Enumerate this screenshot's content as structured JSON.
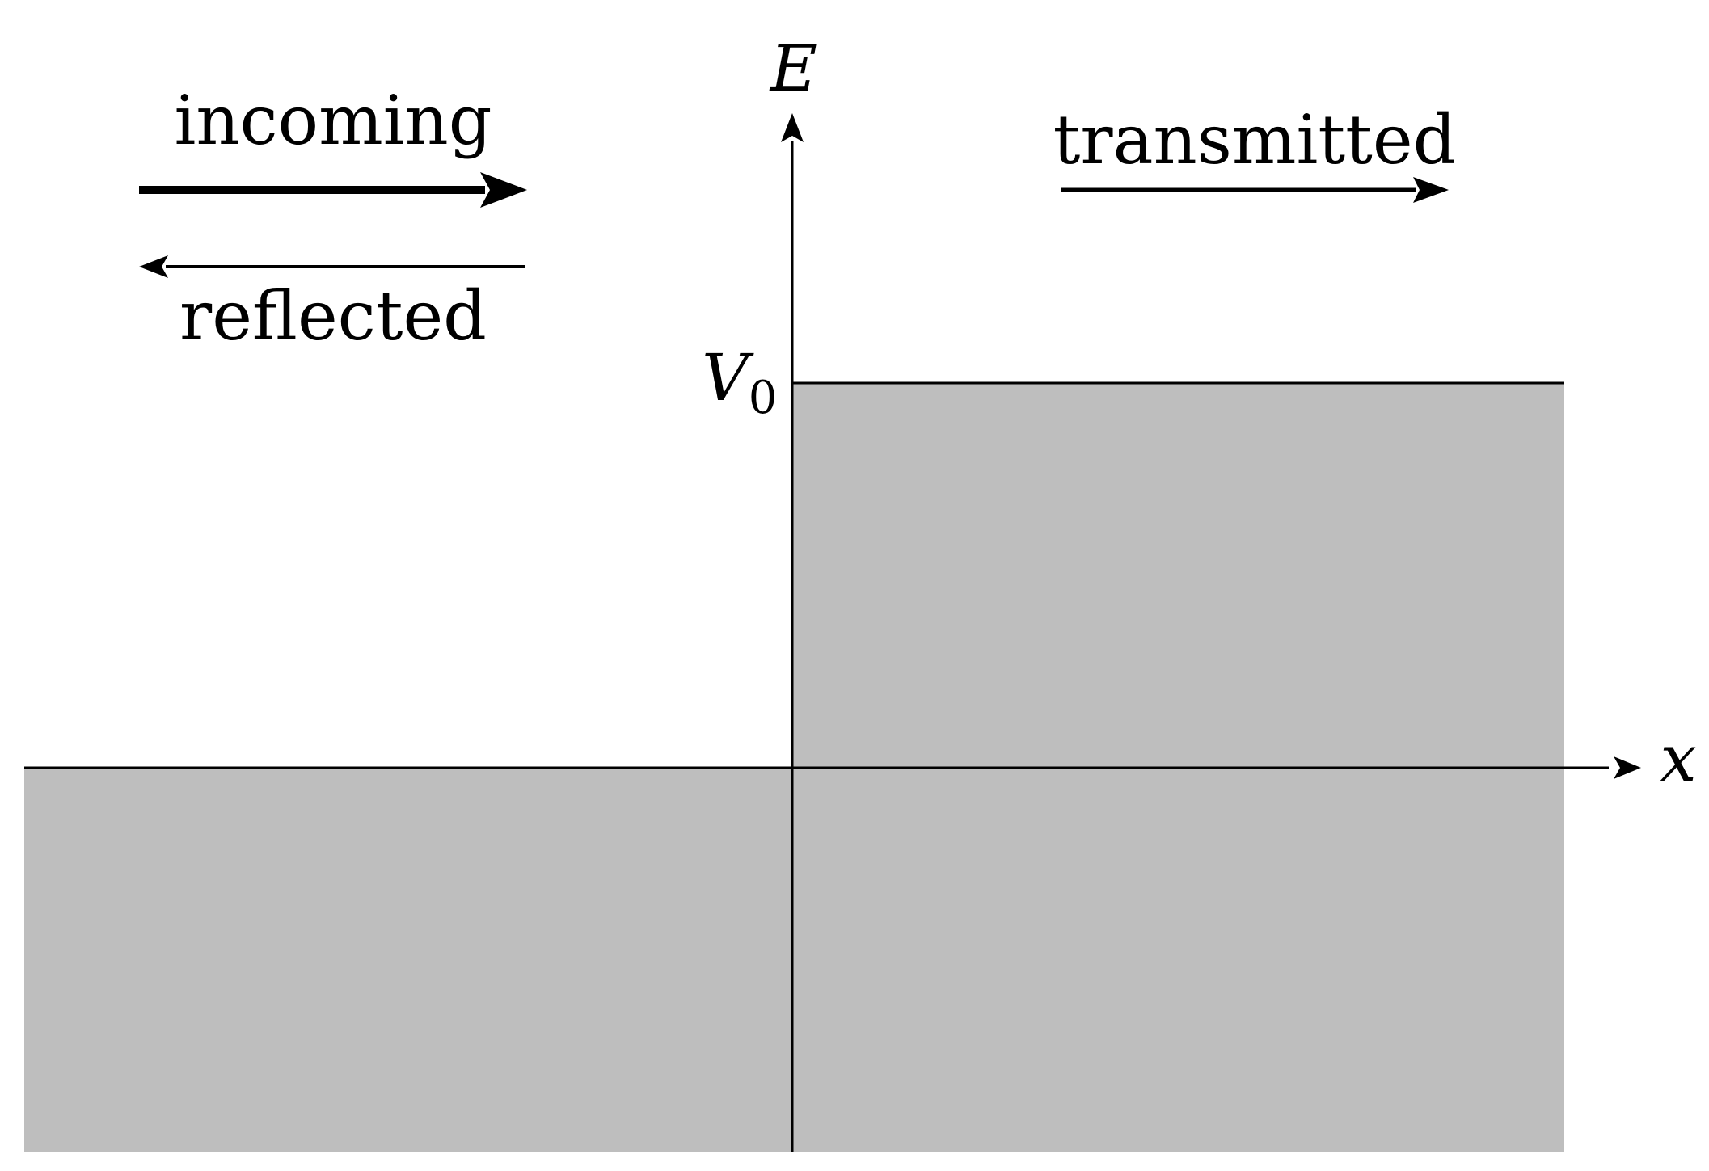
{
  "diagram": {
    "axes": {
      "x_label": "x",
      "y_label": "E"
    },
    "potential": {
      "label": "V",
      "label_sub": "0",
      "fill_color": "#bebebe",
      "line_color": "#000000"
    },
    "arrows": {
      "incoming": "incoming",
      "reflected": "reflected",
      "transmitted": "transmitted"
    }
  }
}
